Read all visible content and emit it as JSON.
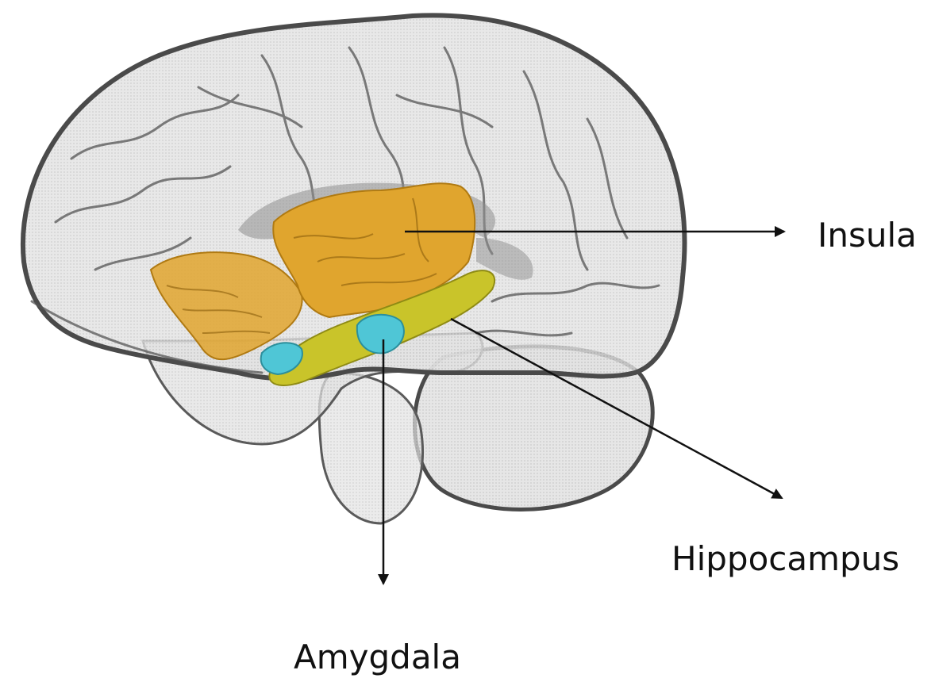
{
  "labels": {
    "insula": "Insula",
    "hippocampus": "Hippocampus",
    "amygdala": "Amygdala"
  },
  "colors": {
    "brain_fill": "#d9d9d9",
    "brain_outline": "#4a4a4a",
    "sulci": "#555555",
    "insula": "#e0a52e",
    "hippocampus": "#c9c42a",
    "amygdala": "#4fc6d6",
    "arrow": "#111111",
    "label_text": "#111111"
  }
}
